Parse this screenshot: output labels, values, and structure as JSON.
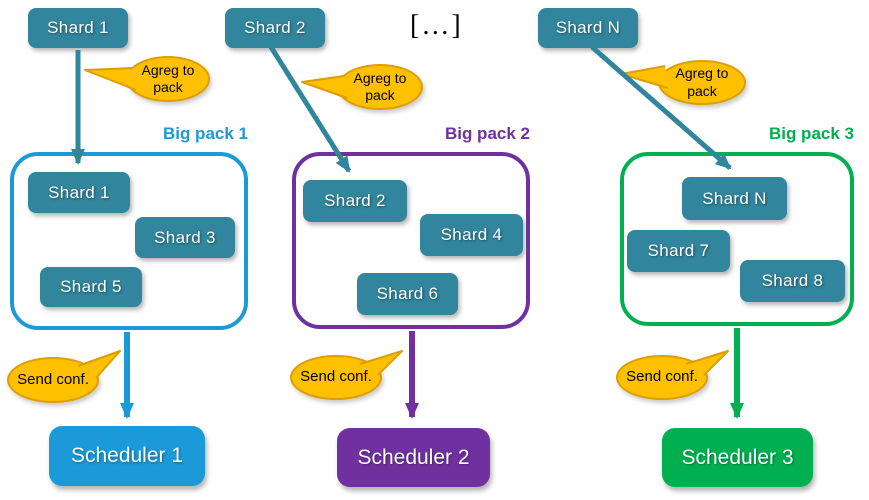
{
  "colors": {
    "teal": "#31859C",
    "blue": "#1B9AD7",
    "purple": "#7030A0",
    "green": "#00B050",
    "callout_fill": "#FFC000",
    "callout_border": "#DE9D00",
    "text_on_dark": "#FFFFFF",
    "callout_text": "#000000",
    "ellipsis_text": "#000000"
  },
  "top_row": {
    "shards": [
      "Shard 1",
      "Shard 2",
      "Shard N"
    ],
    "ellipsis": "[…]"
  },
  "callouts": {
    "aggregate": [
      "Agreg to pack",
      "Agreg to pack",
      "Agreg to pack"
    ],
    "send": [
      "Send conf.",
      "Send conf.",
      "Send conf."
    ]
  },
  "packs": [
    {
      "title": "Big pack 1",
      "shards": [
        "Shard 1",
        "Shard 3",
        "Shard 5"
      ],
      "scheduler": "Scheduler 1"
    },
    {
      "title": "Big pack 2",
      "shards": [
        "Shard 2",
        "Shard 4",
        "Shard 6"
      ],
      "scheduler": "Scheduler 2"
    },
    {
      "title": "Big pack 3",
      "shards": [
        "Shard N",
        "Shard 7",
        "Shard 8"
      ],
      "scheduler": "Scheduler 3"
    }
  ]
}
